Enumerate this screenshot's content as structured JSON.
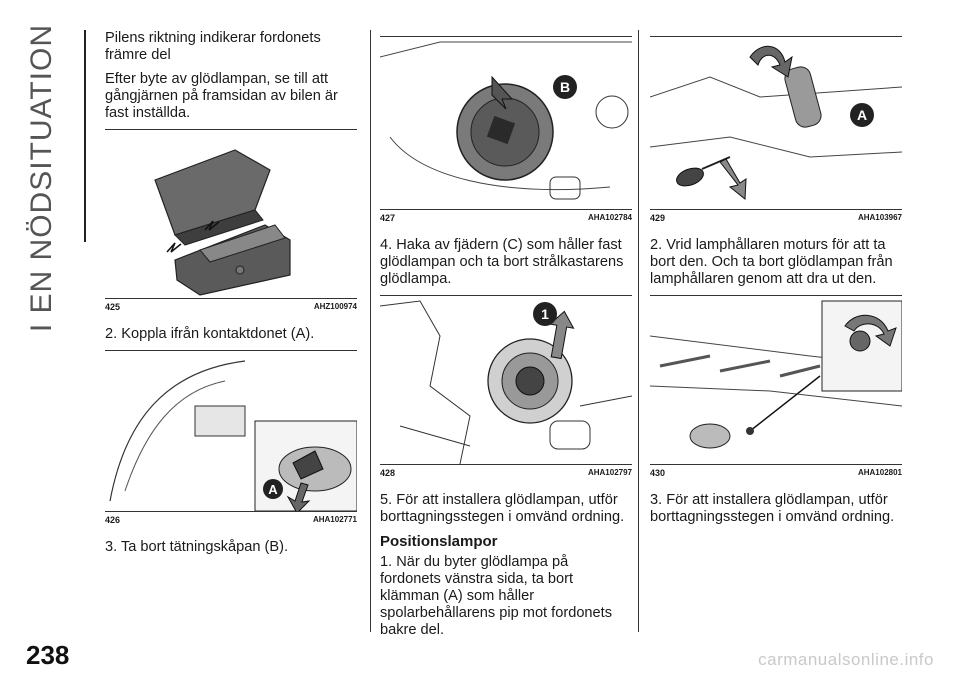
{
  "section_title": "I EN NÖDSITUATION",
  "page_number": "238",
  "watermark": "carmanualsonline.info",
  "col1": {
    "p1": "Pilens riktning indikerar fordonets främre del",
    "p2": "Efter byte av glödlampan, se till att gångjärnen på framsidan av bilen är fast inställda.",
    "fig425": {
      "num": "425",
      "code": "AHZ100974"
    },
    "step2": "2. Koppla ifrån kontaktdonet (A).",
    "fig426": {
      "num": "426",
      "code": "AHA102771",
      "label": "A"
    },
    "step3": "3. Ta bort tätningskåpan (B)."
  },
  "col2": {
    "fig427": {
      "num": "427",
      "code": "AHA102784",
      "label": "B"
    },
    "step4": "4. Haka av fjädern (C) som håller fast glödlampan och ta bort strålkastarens glödlampa.",
    "fig428": {
      "num": "428",
      "code": "AHA102797",
      "label": "1"
    },
    "step5": "5. För att installera glödlampan, utför borttagningsstegen i omvänd ordning.",
    "heading": "Positionslampor",
    "step1b": "1. När du byter glödlampa på fordonets vänstra sida, ta bort klämman (A) som håller spolarbehållarens pip mot fordonets bakre del."
  },
  "col3": {
    "fig429": {
      "num": "429",
      "code": "AHA103967",
      "label": "A"
    },
    "step2b": "2. Vrid lamphållaren moturs för att ta bort den. Och ta bort glödlampan från lamphållaren genom att dra ut den.",
    "fig430": {
      "num": "430",
      "code": "AHA102801"
    },
    "step3b": "3. För att installera glödlampan, utför borttagningsstegen i omvänd ordning."
  },
  "colors": {
    "text": "#1a1a1a",
    "rule": "#333333",
    "watermark": "#c9c9c9",
    "side_title": "#555555"
  }
}
